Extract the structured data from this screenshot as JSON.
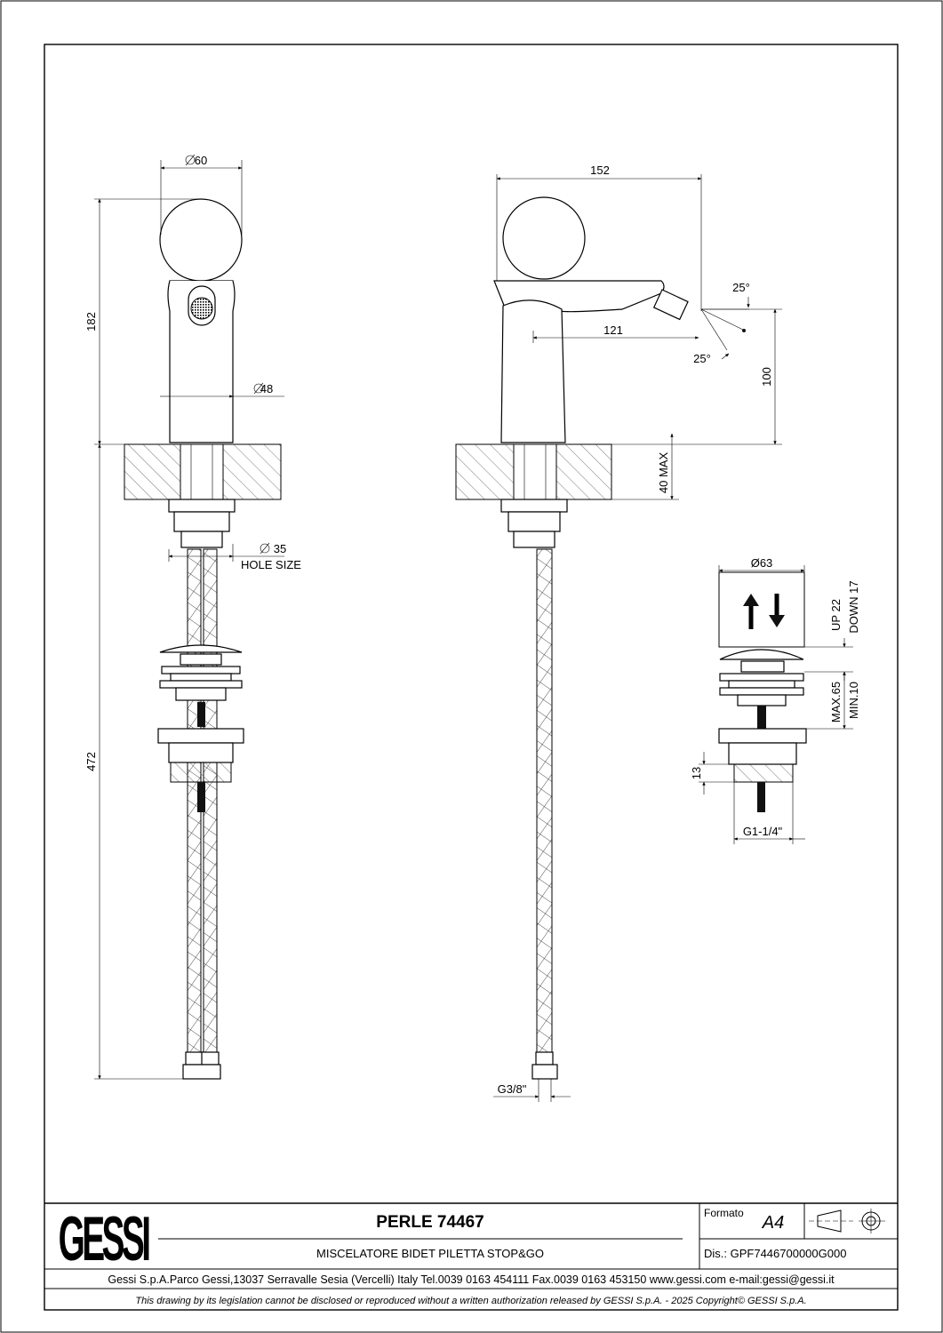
{
  "drawing": {
    "front_view": {
      "dims": {
        "handle_diameter": "60",
        "body_diameter": "48",
        "hole_diameter": "35",
        "hole_label": "HOLE SIZE",
        "height_above_deck": "182",
        "hose_length": "472"
      }
    },
    "side_view": {
      "dims": {
        "overall_depth": "152",
        "spout_reach": "121",
        "spout_height": "100",
        "deck_max": "40 MAX",
        "angle_up": "25°",
        "angle_down": "25°",
        "hose_thread": "G3/8\""
      }
    },
    "waste_detail": {
      "dims": {
        "cap_diameter": "Ø63",
        "stroke_up": "UP 22",
        "stroke_down": "DOWN 17",
        "body_max": "MAX.65",
        "body_min": "MIN.10",
        "thread_length": "13",
        "thread": "G1-1/4\""
      }
    }
  },
  "title_block": {
    "logo": "GESSI",
    "product_name": "PERLE 74467",
    "description": "MISCELATORE BIDET PILETTA STOP&GO",
    "format_label": "Formato",
    "format_value": "A4",
    "drawing_number": "Dis.: GPF7446700000G000",
    "company_line": "Gessi S.p.A.Parco Gessi,13037 Serravalle Sesia (Vercelli) Italy Tel.0039 0163 454111 Fax.0039 0163 453150 www.gessi.com e-mail:gessi@gessi.it",
    "copyright_line": "This drawing by its legislation cannot be disclosed or reproduced without a written authorization released by GESSI S.p.A. - 2025 Copyright© GESSI S.p.A."
  }
}
